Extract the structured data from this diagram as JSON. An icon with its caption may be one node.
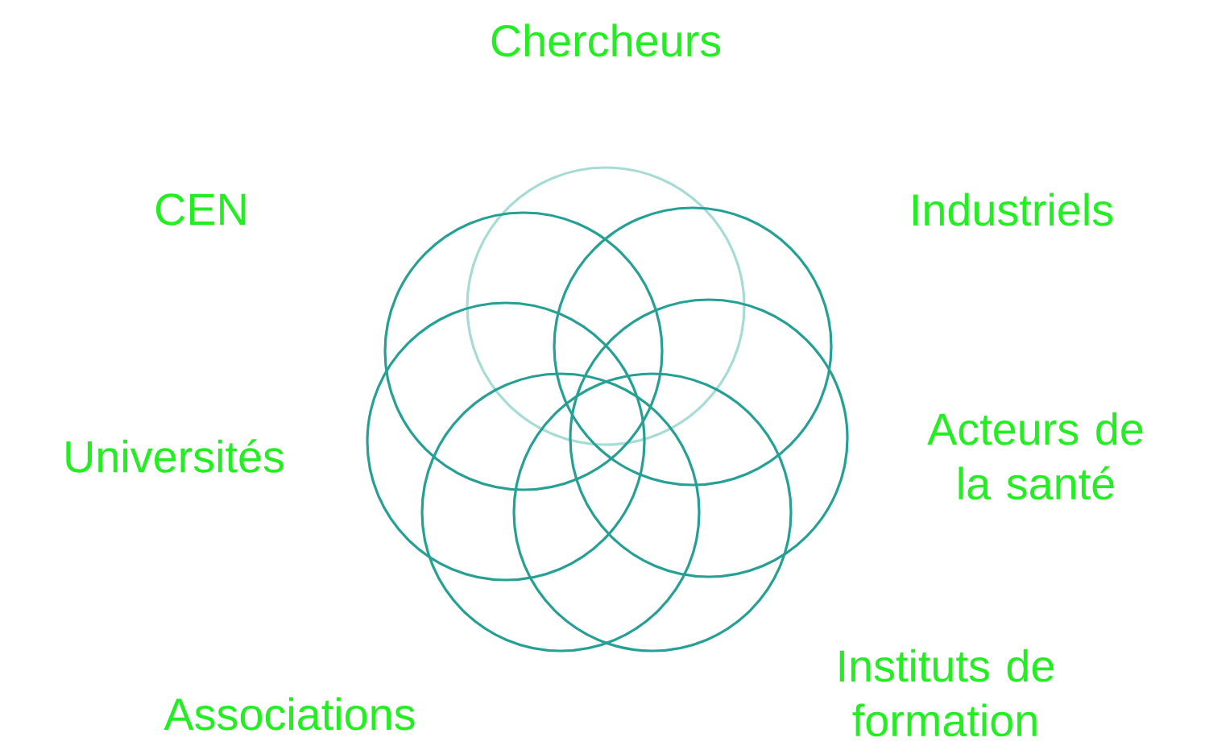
{
  "diagram": {
    "labels": [
      "Chercheurs",
      "CEN",
      "Industriels",
      "Universités",
      "Acteurs de la santé",
      "Instituts de formation",
      "Associations"
    ]
  }
}
